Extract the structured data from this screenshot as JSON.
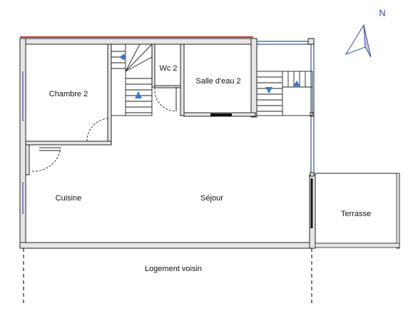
{
  "north_label": "N",
  "rooms": {
    "chambre": "Chambre 2",
    "wc": "Wc 2",
    "salle_eau": "Salle d'eau 2",
    "cuisine": "Cuisine",
    "sejour": "Séjour",
    "terrasse": "Terrasse"
  },
  "outside_label": "Logement voisin",
  "colors": {
    "wall": "#222222",
    "wall_fill": "#e6e6e6",
    "roof_edge": "#c0392b",
    "window": "#3b4f9e",
    "stair_arrow": "#3a78c9"
  }
}
